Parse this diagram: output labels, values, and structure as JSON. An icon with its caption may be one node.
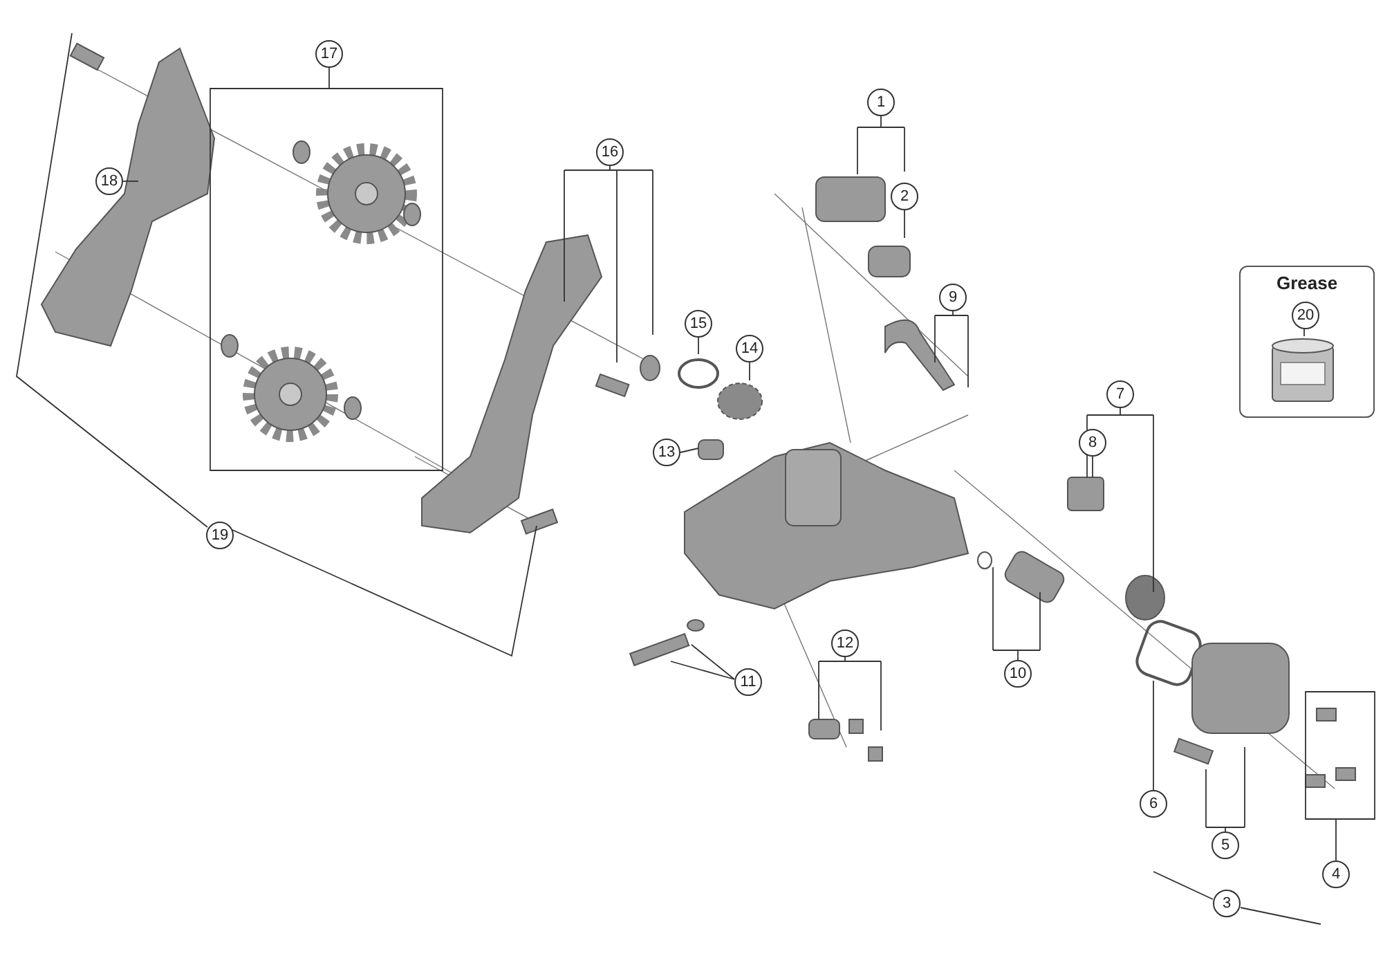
{
  "diagram": {
    "nodes": [
      {
        "text": [
          "1"
        ]
      },
      {
        "text": [
          "2"
        ]
      },
      {
        "text": [
          "3"
        ]
      },
      {
        "text": [
          "4"
        ]
      },
      {
        "text": [
          "5"
        ]
      },
      {
        "text": [
          "6"
        ]
      },
      {
        "text": [
          "7"
        ]
      },
      {
        "text": [
          "8"
        ]
      },
      {
        "text": [
          "9"
        ]
      },
      {
        "text": [
          "10"
        ]
      },
      {
        "text": [
          "11"
        ]
      },
      {
        "text": [
          "12"
        ]
      },
      {
        "text": [
          "13"
        ]
      },
      {
        "text": [
          "14"
        ]
      },
      {
        "text": [
          "15"
        ]
      },
      {
        "text": [
          "16"
        ]
      },
      {
        "text": [
          "17"
        ]
      },
      {
        "text": [
          "18"
        ]
      },
      {
        "text": [
          "19"
        ]
      },
      {
        "text": [
          "Grease"
        ]
      },
      {
        "text": [
          "20"
        ],
        "in": 19
      }
    ],
    "edges": [
      {
        "from": 0,
        "to": null,
        "arrow": "none"
      },
      {
        "from": 1,
        "to": null,
        "arrow": "none"
      },
      {
        "from": 2,
        "to": null,
        "arrow": "none"
      },
      {
        "from": 3,
        "to": null,
        "arrow": "none"
      },
      {
        "from": 4,
        "to": null,
        "arrow": "none"
      },
      {
        "from": 5,
        "to": null,
        "arrow": "none"
      },
      {
        "from": 6,
        "to": null,
        "arrow": "none"
      },
      {
        "from": 7,
        "to": null,
        "arrow": "none"
      },
      {
        "from": 8,
        "to": null,
        "arrow": "none"
      },
      {
        "from": 9,
        "to": null,
        "arrow": "none"
      },
      {
        "from": 10,
        "to": null,
        "arrow": "none"
      },
      {
        "from": 11,
        "to": null,
        "arrow": "none"
      },
      {
        "from": 12,
        "to": null,
        "arrow": "none"
      },
      {
        "from": 13,
        "to": null,
        "arrow": "none"
      },
      {
        "from": 14,
        "to": null,
        "arrow": "none"
      },
      {
        "from": 15,
        "to": null,
        "arrow": "none"
      },
      {
        "from": 16,
        "to": null,
        "arrow": "none"
      },
      {
        "from": 17,
        "to": null,
        "arrow": "none"
      },
      {
        "from": 18,
        "to": null,
        "arrow": "none"
      },
      {
        "from": 20,
        "to": null,
        "arrow": "none"
      }
    ]
  }
}
